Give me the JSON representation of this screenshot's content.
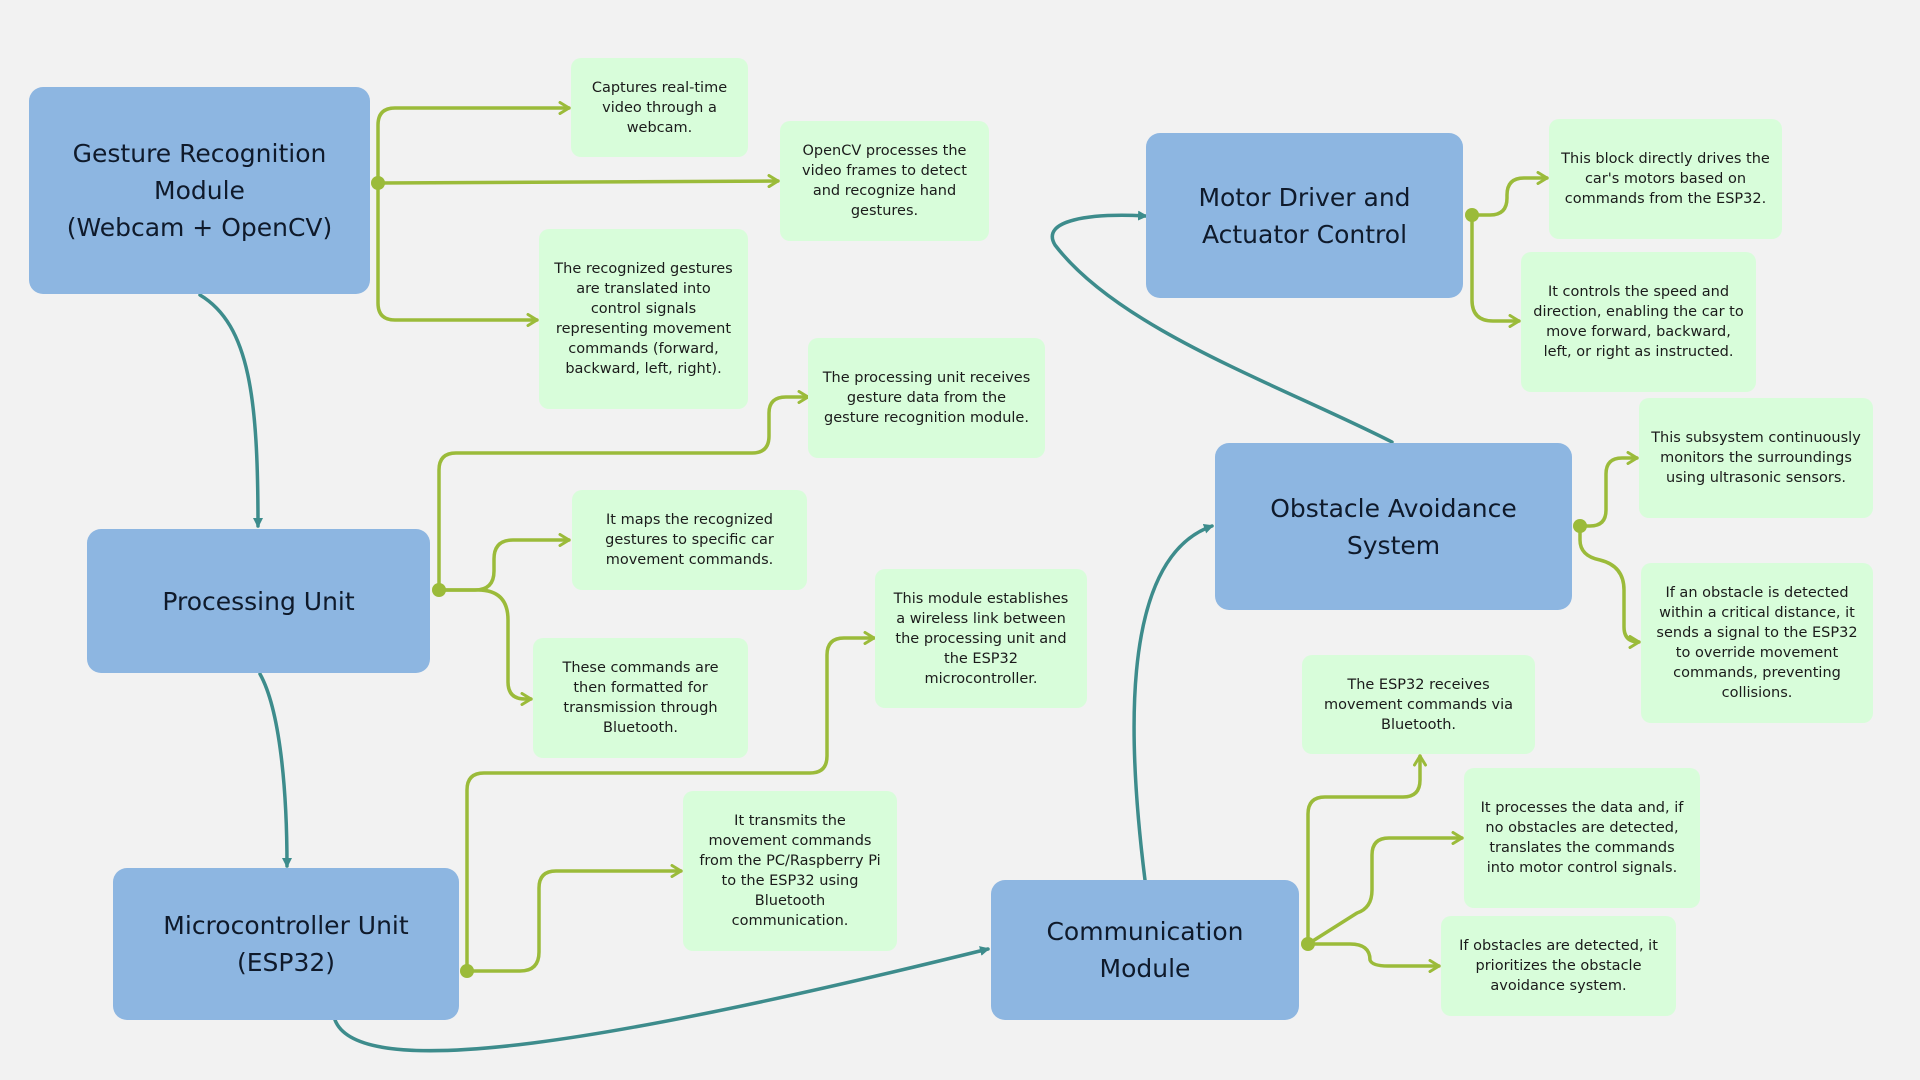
{
  "colors": {
    "module_fill": "#8db6e1",
    "note_fill": "#d8fdda",
    "flow_arrow": "#3d8c8c",
    "detail_arrow": "#9bbb3a",
    "background": "#f2f2f2"
  },
  "modules": {
    "gesture": "Gesture Recognition\nModule\n(Webcam + OpenCV)",
    "processing": "Processing Unit",
    "microcontroller": "Microcontroller Unit\n(ESP32)",
    "communication": "Communication\nModule",
    "obstacle": "Obstacle Avoidance\nSystem",
    "motor": "Motor Driver and\nActuator Control"
  },
  "notes": {
    "gesture_1": "Captures real-time video through a webcam.",
    "gesture_2": "OpenCV processes the video frames to detect and recognize hand gestures.",
    "gesture_3": "The recognized gestures are translated into control signals representing movement commands (forward, backward, left, right).",
    "processing_1": "The processing unit receives gesture data from the gesture recognition module.",
    "processing_2": "It maps the recognized gestures to specific car movement commands.",
    "processing_3": "These commands are then formatted for transmission through Bluetooth.",
    "micro_1": "This module establishes a wireless link between the processing unit and the ESP32 microcontroller.",
    "micro_2": "It transmits the movement commands from the PC/Raspberry Pi to the ESP32 using Bluetooth communication.",
    "comm_1": "The ESP32 receives movement commands via Bluetooth.",
    "comm_2": "It processes the data and, if no obstacles are detected, translates the commands into motor control signals.",
    "comm_3": "If obstacles are detected, it prioritizes the obstacle avoidance system.",
    "obstacle_1": "This subsystem continuously monitors the surroundings using ultrasonic sensors.",
    "obstacle_2": "If an obstacle is detected within a critical distance, it sends a signal to the ESP32 to override movement commands, preventing collisions.",
    "motor_1": "This block directly drives the car's motors based on commands from the ESP32.",
    "motor_2": "It controls the speed and direction, enabling the car to move forward, backward, left, or right as instructed."
  }
}
